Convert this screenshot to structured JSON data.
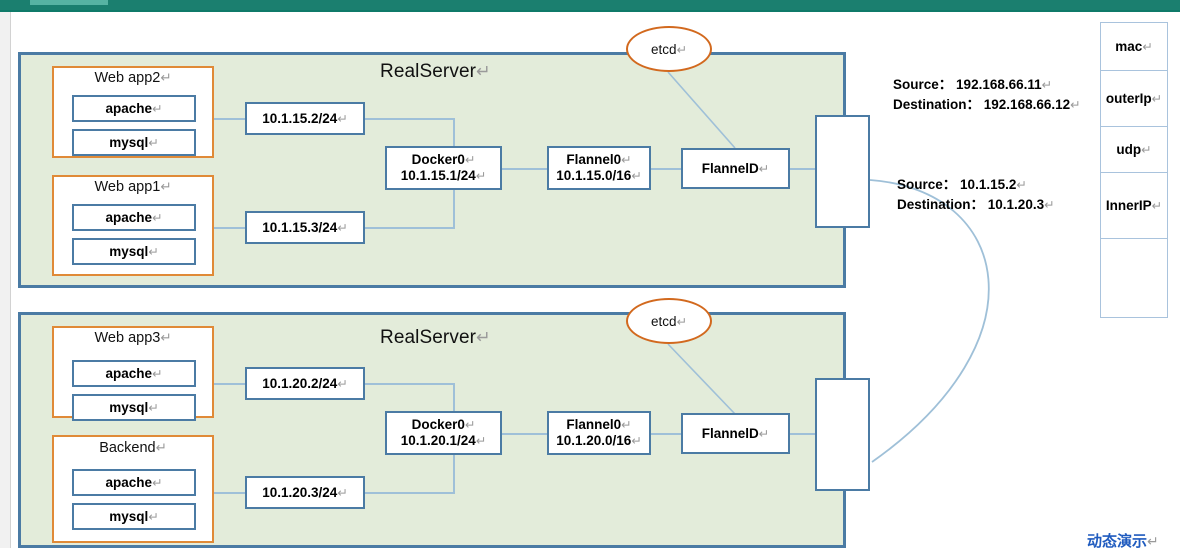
{
  "window": {
    "topbar_color": "#1b7f6f",
    "accent_color": "#57b3a3"
  },
  "panels": [
    {
      "id": "top",
      "title": "RealServer",
      "etcd_label": "etcd",
      "app_groups": [
        {
          "title": "Web app2",
          "services": [
            "apache",
            "mysql"
          ],
          "ip_box": "10.1.15.2/24"
        },
        {
          "title": "Web app1",
          "services": [
            "apache",
            "mysql"
          ],
          "ip_box": "10.1.15.3/24"
        }
      ],
      "docker": {
        "name": "Docker0",
        "cidr": "10.1.15.1/24"
      },
      "flannel0": {
        "name": "Flannel0",
        "cidr": "10.1.15.0/16"
      },
      "flanneld": "FlannelD"
    },
    {
      "id": "bottom",
      "title": "RealServer",
      "etcd_label": "etcd",
      "app_groups": [
        {
          "title": "Web app3",
          "services": [
            "apache",
            "mysql"
          ],
          "ip_box": "10.1.20.2/24"
        },
        {
          "title": "Backend",
          "services": [
            "apache",
            "mysql"
          ],
          "ip_box": "10.1.20.3/24"
        }
      ],
      "docker": {
        "name": "Docker0",
        "cidr": "10.1.20.1/24"
      },
      "flannel0": {
        "name": "Flannel0",
        "cidr": "10.1.20.0/16"
      },
      "flanneld": "FlannelD"
    }
  ],
  "annotations": {
    "outer": {
      "source_label": "Source：",
      "source_value": "192.168.66.11",
      "destination_label": "Destination：",
      "destination_value": "192.168.66.12"
    },
    "inner": {
      "source_label": "Source：",
      "source_value": "10.1.15.2",
      "destination_label": "Destination：",
      "destination_value": "10.1.20.3"
    }
  },
  "packet_stack": {
    "layers": [
      "mac",
      "outerIp",
      "udp",
      "InnerIP",
      ""
    ]
  },
  "footer_note": "动态演示",
  "colors": {
    "panel_fill": "#e3ecda",
    "panel_border": "#4b7ba4",
    "app_border": "#e08a37",
    "line": "#9fc0d8",
    "note": "#1f5bbf"
  }
}
